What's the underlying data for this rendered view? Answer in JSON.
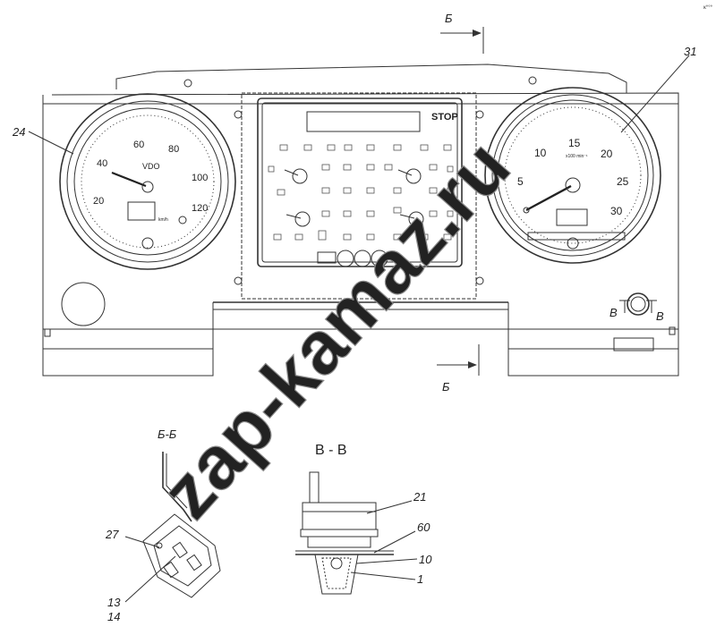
{
  "corner_mark": "к°°°",
  "section_labels": {
    "b_top": "Б",
    "b_bottom": "Б",
    "v_left": "В",
    "v_right": "В",
    "section_bb": "Б-Б",
    "section_vv": "В - В"
  },
  "speedometer": {
    "callout": "24",
    "brand": "VDO",
    "scale": [
      "20",
      "40",
      "60",
      "80",
      "100",
      "120"
    ],
    "unit": "km/h"
  },
  "tachometer": {
    "callout": "31",
    "scale": [
      "5",
      "10",
      "15",
      "20",
      "25",
      "30"
    ],
    "unit": "x100 min⁻¹"
  },
  "center_panel": {
    "stop_label": "STOP"
  },
  "part_callouts": {
    "p27": "27",
    "p13": "13",
    "p14": "14",
    "p21": "21",
    "p60": "60",
    "p10": "10",
    "p1": "1"
  },
  "watermark": "zap-kamaz.ru"
}
